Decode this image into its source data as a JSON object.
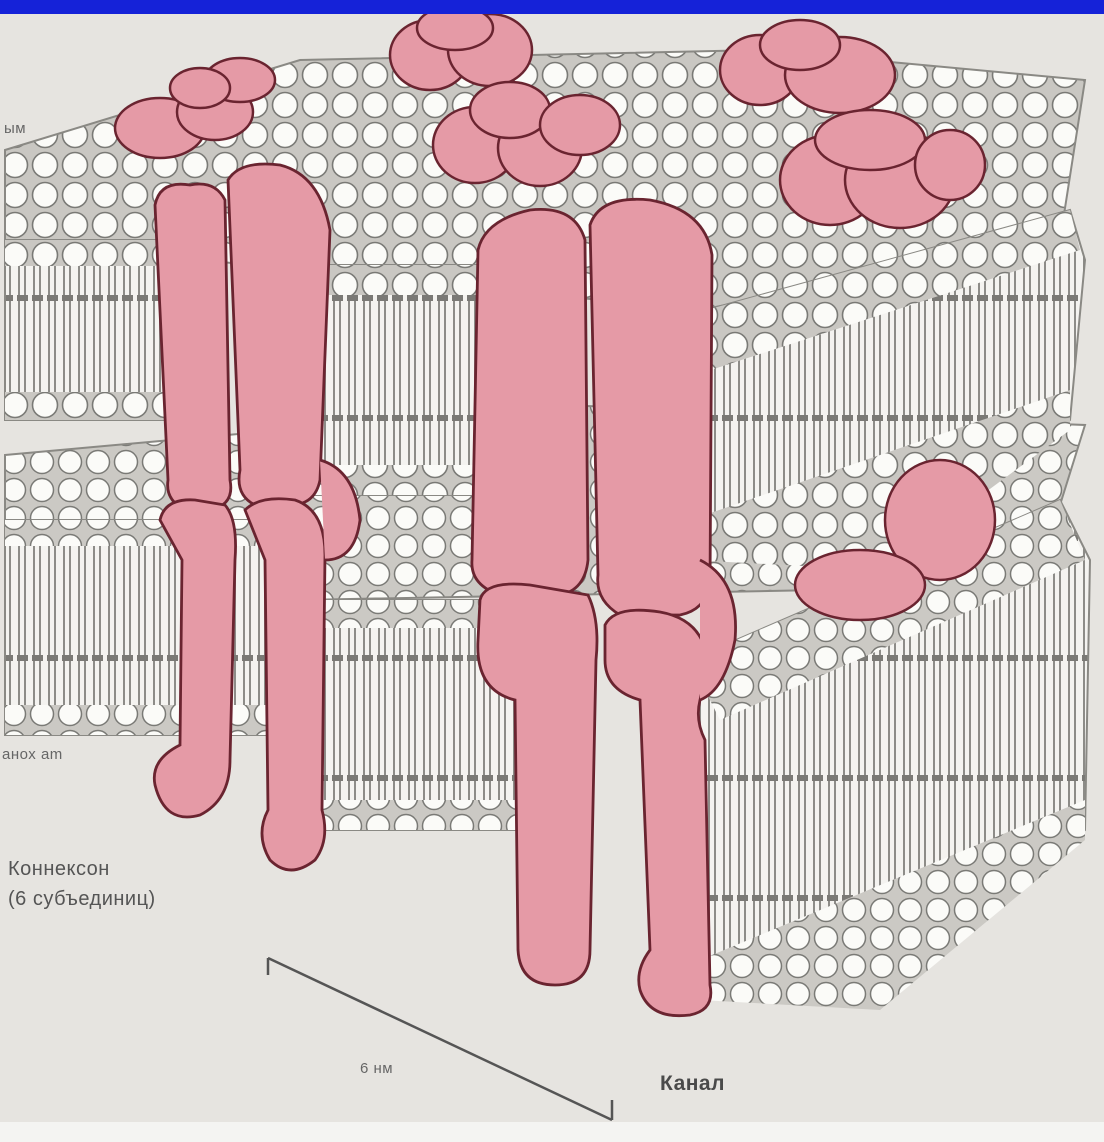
{
  "colors": {
    "frame_border": "#1522d8",
    "background": "#e6e4e0",
    "protein": "#e59aa6",
    "protein_outline": "#6a2430",
    "lipid_head": "#fbfbf8",
    "lipid_outline": "#7a7a76",
    "tail": "#8d8c88"
  },
  "labels": {
    "left_top": "ым",
    "left_mid": "анох am",
    "connexon_line1": "Коннексон",
    "connexon_line2": "(6 субъединиц)",
    "scale": "6 нм",
    "channel": "Канал"
  }
}
